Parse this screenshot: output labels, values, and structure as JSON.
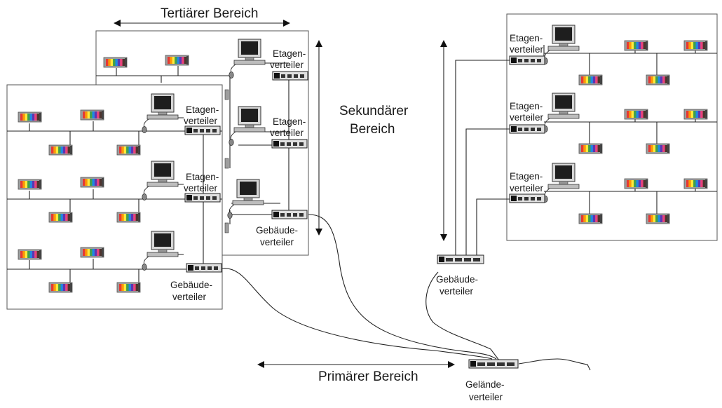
{
  "areas": {
    "tertiary": "Tertiärer Bereich",
    "secondary_1": "Sekundärer",
    "secondary_2": "Bereich",
    "primary": "Primärer Bereich"
  },
  "labels": {
    "floor_1": "Etagen-",
    "floor_2": "verteiler",
    "building_1": "Gebäude-",
    "building_2": "verteiler",
    "campus_1": "Gelände-",
    "campus_2": "verteiler"
  },
  "colors": {
    "rack_stripes": [
      "#e53935",
      "#ff9800",
      "#ffeb3b",
      "#43a047",
      "#1e88e5",
      "#5e35b1",
      "#ec407a",
      "#4e342e"
    ],
    "rack_frame": "#9e9e9e",
    "monitor_screen": "#1e1e1e",
    "distributor_body": "#e0e0e0"
  },
  "icons": {
    "computer": "workstation-icon",
    "distributor": "patch-panel-icon",
    "rack": "server-rack-icon",
    "mouse": "mouse-icon"
  }
}
